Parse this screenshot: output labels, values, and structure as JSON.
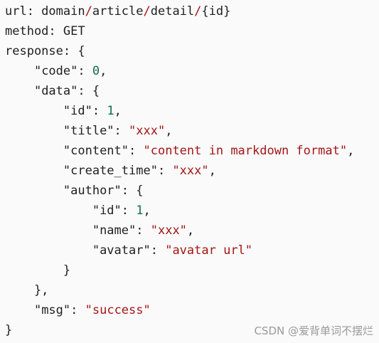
{
  "endpoint": {
    "url_label": "url: domain",
    "slash": "/",
    "seg_article": "article",
    "seg_detail": "detail",
    "seg_id": "{id}",
    "method_line": "method: GET",
    "response_line": "response: {"
  },
  "response": {
    "code_key": "\"code\"",
    "code_value": "0",
    "data_key": "\"data\"",
    "msg_key": "\"msg\"",
    "msg_value": "\"success\""
  },
  "data": {
    "id_key": "\"id\"",
    "id_value": "1",
    "title_key": "\"title\"",
    "title_value": "\"xxx\"",
    "content_key": "\"content\"",
    "content_value": "\"content in markdown format\"",
    "create_time_key": "\"create_time\"",
    "create_time_value": "\"xxx\"",
    "author_key": "\"author\""
  },
  "author": {
    "id_key": "\"id\"",
    "id_value": "1",
    "name_key": "\"name\"",
    "name_value": "\"xxx\"",
    "avatar_key": "\"avatar\"",
    "avatar_value": "\"avatar url\""
  },
  "watermark": "CSDN @爱背单词不摆烂",
  "colors": {
    "string": "#a31515",
    "number": "#0b6e4f",
    "text": "#1f1f1f",
    "background": "#fafafa"
  }
}
